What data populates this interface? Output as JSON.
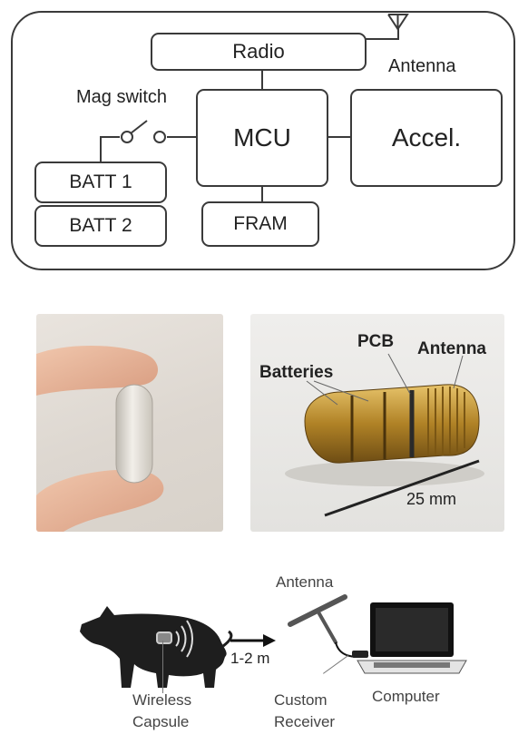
{
  "block_diagram": {
    "radio": "Radio",
    "antenna": "Antenna",
    "mag_switch": "Mag switch",
    "mcu": "MCU",
    "accel": "Accel.",
    "batt1": "BATT 1",
    "batt2": "BATT 2",
    "fram": "FRAM"
  },
  "photo_capsule_open": {
    "pcb": "PCB",
    "antenna": "Antenna",
    "batteries": "Batteries",
    "scale": "25 mm"
  },
  "setup": {
    "antenna": "Antenna",
    "distance": "1-2 m",
    "capsule_line1": "Wireless",
    "capsule_line2": "Capsule",
    "receiver_line1": "Custom",
    "receiver_line2": "Receiver",
    "computer": "Computer"
  }
}
